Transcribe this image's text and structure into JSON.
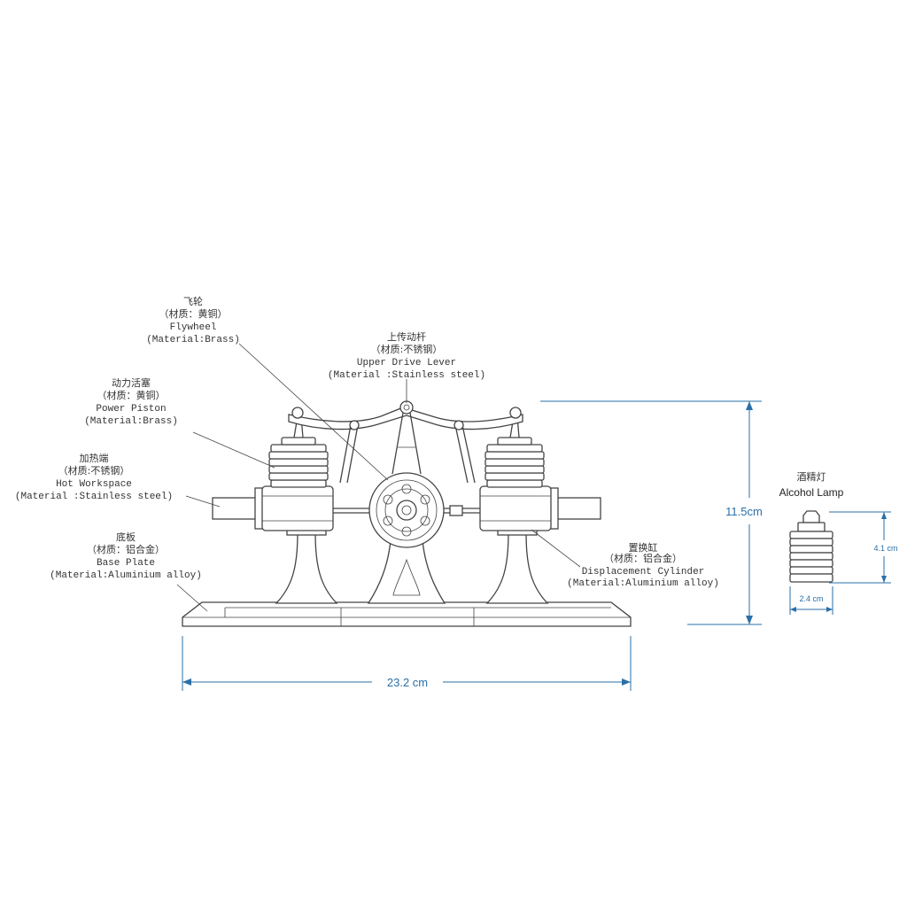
{
  "callouts": {
    "flywheel": {
      "cn": "飞轮",
      "cn_material": "（材质：黄铜）",
      "en": "Flywheel",
      "en_material": "(Material:Brass)"
    },
    "upper_drive_lever": {
      "cn": "上传动杆",
      "cn_material": "（材质:不锈钢）",
      "en": "Upper Drive Lever",
      "en_material": "(Material :Stainless steel)"
    },
    "power_piston": {
      "cn": "动力活塞",
      "cn_material": "（材质：黄铜）",
      "en": "Power Piston",
      "en_material": "(Material:Brass)"
    },
    "hot_workspace": {
      "cn": "加热端",
      "cn_material": "（材质:不锈钢）",
      "en": "Hot Workspace",
      "en_material": "(Material :Stainless steel)"
    },
    "base_plate": {
      "cn": "底板",
      "cn_material": "（材质：铝合金）",
      "en": "Base Plate",
      "en_material": "(Material:Aluminium alloy)"
    },
    "displacement_cylinder": {
      "cn": "置换缸",
      "cn_material": "（材质：铝合金）",
      "en": "Displacement Cylinder",
      "en_material": "(Material:Aluminium alloy)"
    }
  },
  "dimensions": {
    "width": "23.2 cm",
    "height": "11.5cm",
    "lamp_height": "4.1 cm",
    "lamp_width": "2.4 cm"
  },
  "alcohol_lamp": {
    "cn": "酒精灯",
    "en": "Alcohol Lamp"
  },
  "colors": {
    "line": "#444444",
    "dimension": "#2a6fa8",
    "text": "#333333"
  }
}
